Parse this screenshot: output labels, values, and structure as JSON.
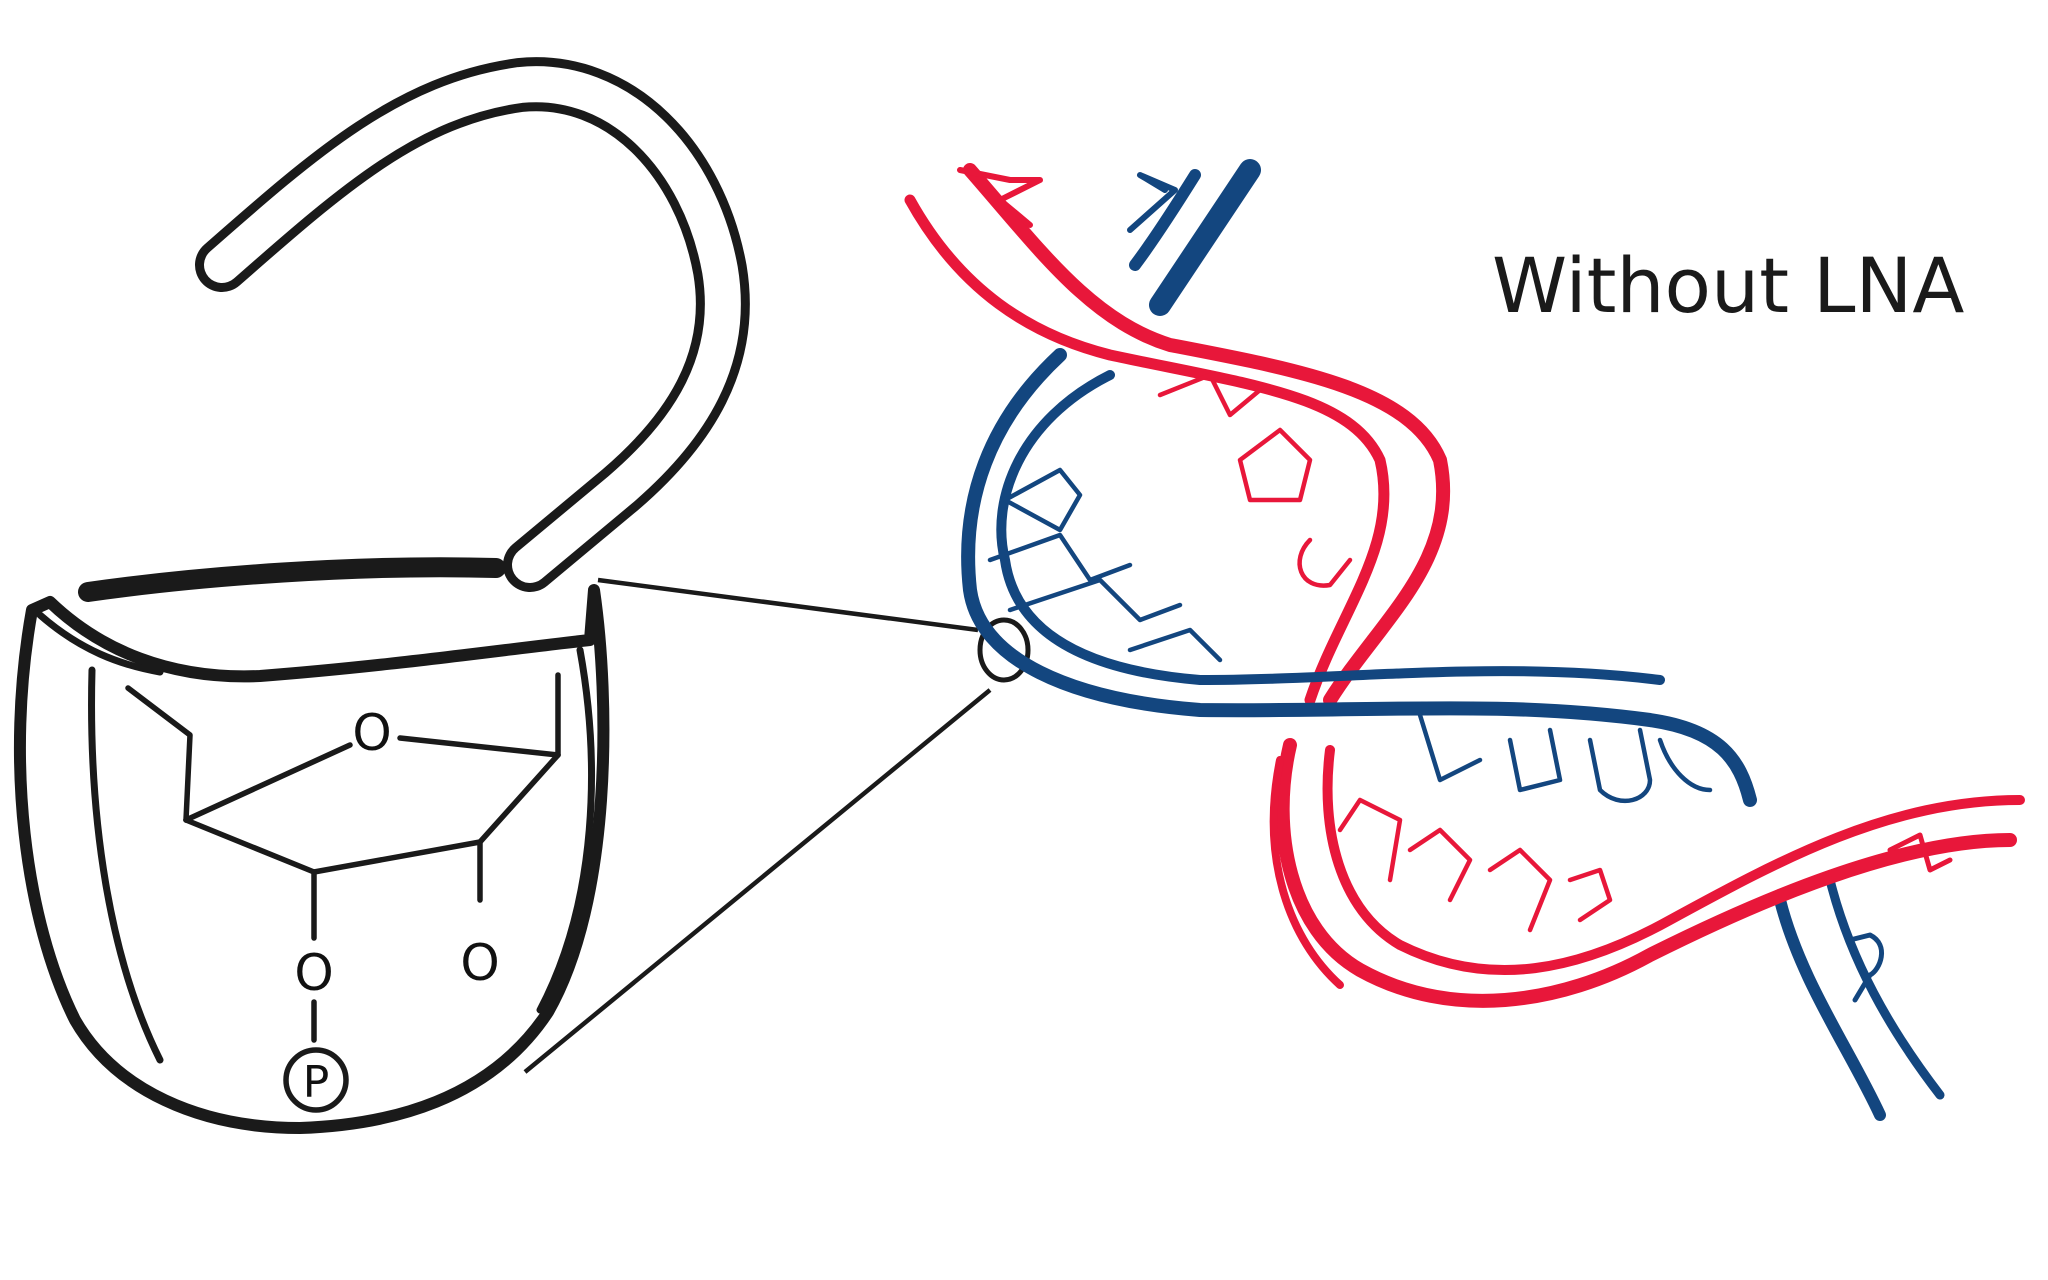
{
  "diagram": {
    "title": "Without LNA",
    "molecule": {
      "ring_oxygen": "O",
      "oxygen_3prime": "O",
      "oxygen_2prime": "O",
      "phosphate": "P"
    },
    "colors": {
      "outline": "#1a1a1a",
      "strand_red": "#e8173a",
      "strand_blue": "#13467f",
      "background": "#ffffff"
    }
  }
}
